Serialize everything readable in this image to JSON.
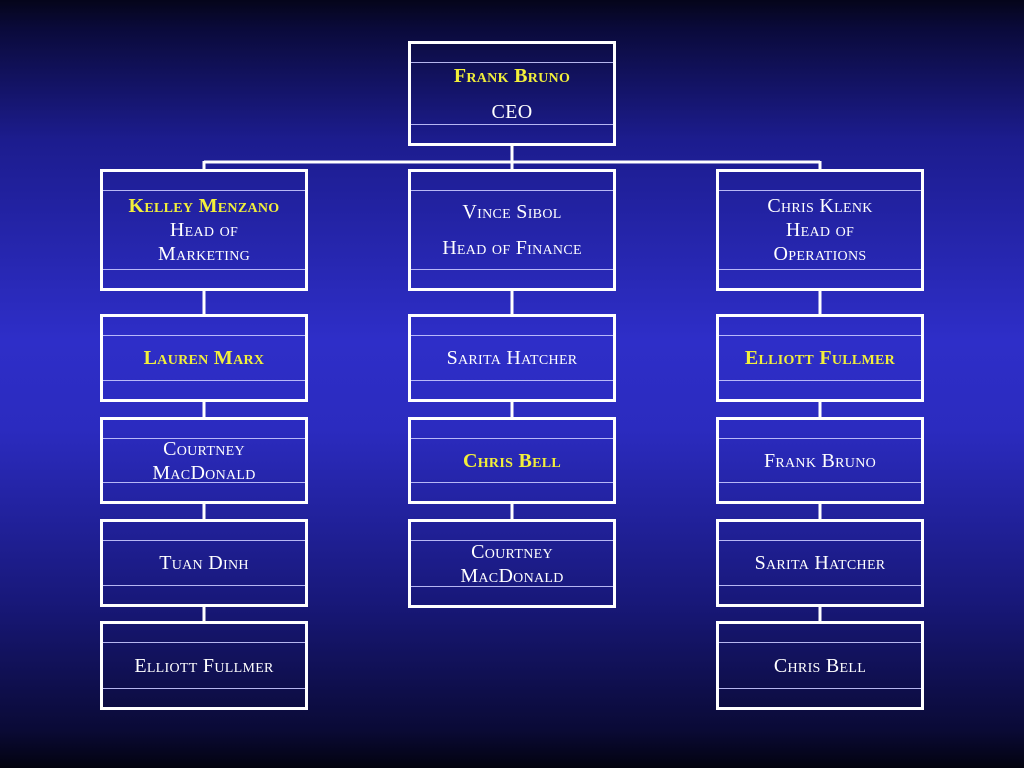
{
  "colors": {
    "highlight": "#f2ef3a",
    "text": "#ffffff",
    "border": "#ffffff"
  },
  "nodes": {
    "ceo": {
      "name": "Frank Bruno",
      "role": "CEO"
    },
    "marketing_head": {
      "name": "Kelley Menzano",
      "role_line1": "Head of",
      "role_line2": "Marketing"
    },
    "finance_head": {
      "name": "Vince Sibol",
      "role": "Head of Finance"
    },
    "operations_head": {
      "name": "Chris Klenk",
      "role_line1": "Head of",
      "role_line2": "Operations"
    },
    "marketing_team": [
      {
        "name": "Lauren Marx"
      },
      {
        "name_line1": "Courtney",
        "name_line2": "MacDonald"
      },
      {
        "name": "Tuan Dinh"
      },
      {
        "name": "Elliott Fullmer"
      }
    ],
    "finance_team": [
      {
        "name": "Sarita Hatcher"
      },
      {
        "name": "Chris Bell"
      },
      {
        "name_line1": "Courtney",
        "name_line2": "MacDonald"
      }
    ],
    "operations_team": [
      {
        "name": "Elliott Fullmer"
      },
      {
        "name": "Frank Bruno"
      },
      {
        "name": "Sarita Hatcher"
      },
      {
        "name": "Chris Bell"
      }
    ]
  }
}
